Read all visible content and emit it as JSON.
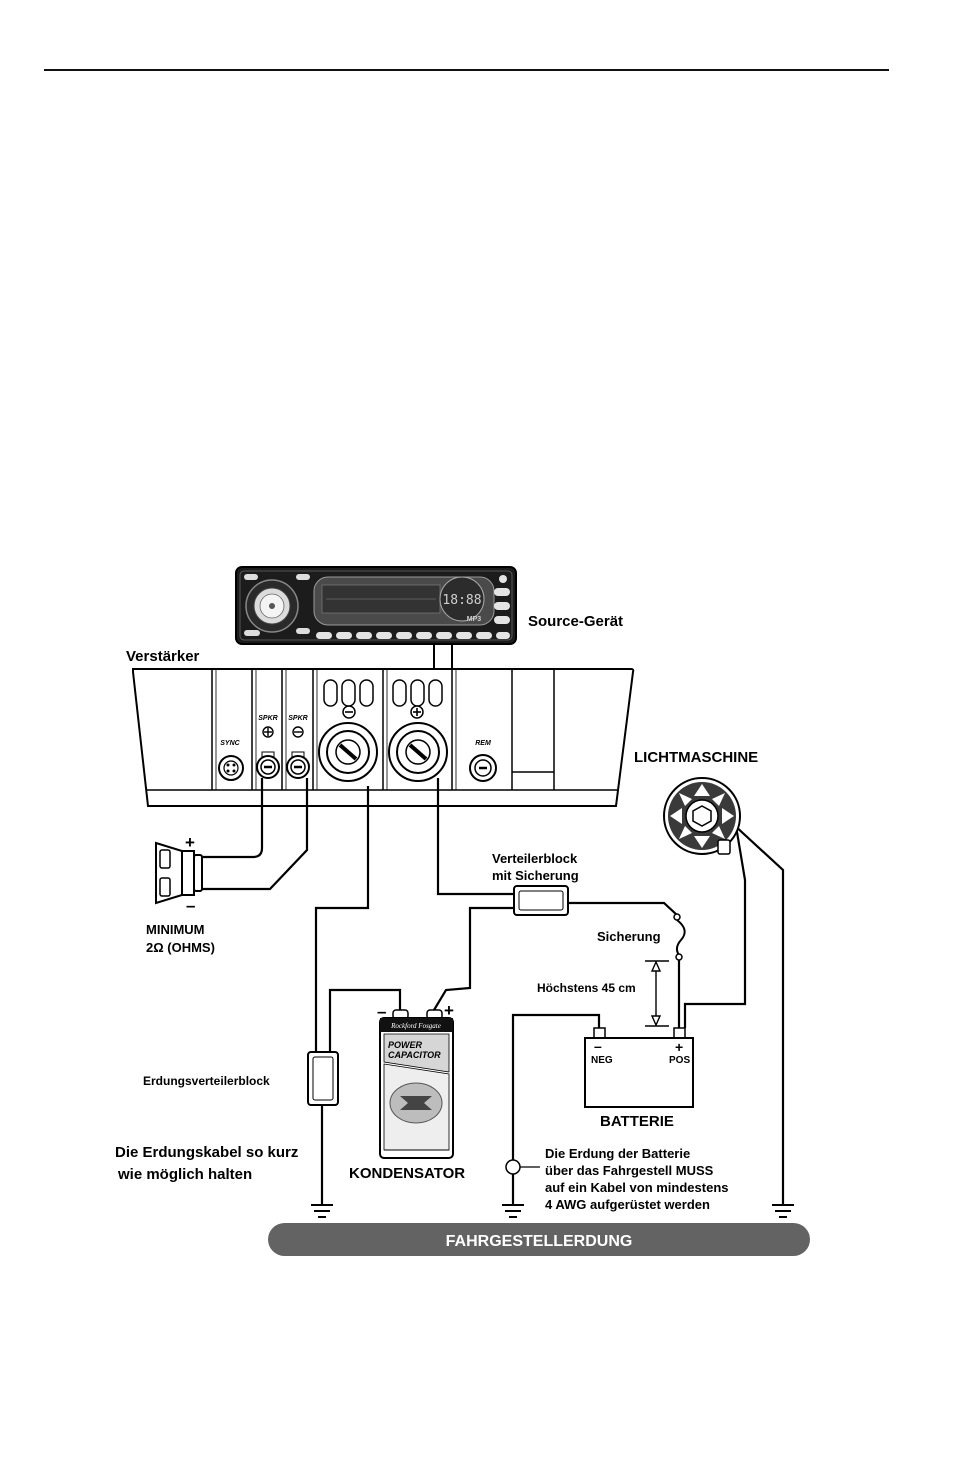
{
  "labels": {
    "source_unit": "Source-Gerät",
    "amplifier": "Verstärker",
    "alternator": "LICHTMASCHINE",
    "distribution_block_line1": "Verteilerblock",
    "distribution_block_line2": "mit Sicherung",
    "fuse": "Sicherung",
    "max_distance": "Höchstens 45 cm",
    "speaker_plus": "+",
    "speaker_minus": "–",
    "minimum_line1": "MINIMUM",
    "minimum_line2": "2Ω (OHMS)",
    "ground_block": "Erdungsverteilerblock",
    "short_ground_line1": "Die Erdungskabel so kurz",
    "short_ground_line2": "wie möglich halten",
    "capacitor": "KONDENSATOR",
    "cap_minus": "–",
    "cap_plus": "+",
    "battery": "BATTERIE",
    "battery_neg_sign": "–",
    "battery_neg": "NEG",
    "battery_pos_sign": "+",
    "battery_pos": "POS",
    "battery_note_line1": "Die Erdung der Batterie",
    "battery_note_line2": "über das Fahrgestell MUSS",
    "battery_note_line3": "auf ein Kabel von mindestens",
    "battery_note_line4": "4 AWG aufgerüstet werden",
    "chassis_ground": "FAHRGESTELLERDUNG"
  },
  "amp_panel": {
    "sync": "SYNC",
    "spkr_plus": "SPKR",
    "spkr_minus": "SPKR",
    "rem": "REM"
  },
  "capacitor_print": {
    "brand": "Rockford Fosgate",
    "line1": "POWER",
    "line2": "CAPACITOR"
  },
  "head_unit": {
    "clock": "18:88",
    "badge": "MP3"
  }
}
